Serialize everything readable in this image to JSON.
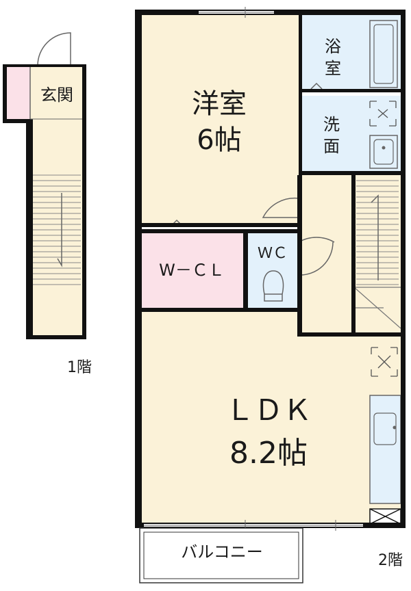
{
  "floor1": {
    "entrance": "玄関",
    "floor_label": "1階"
  },
  "floor2": {
    "western_room": {
      "line1": "洋室",
      "line2": "6帖"
    },
    "bath": {
      "line1": "浴",
      "line2": "室"
    },
    "washroom": {
      "line1": "洗",
      "line2": "面"
    },
    "closet": "W－ＣＬ",
    "toilet": "ＷＣ",
    "ldk": {
      "line1": "ＬＤＫ",
      "line2": "8.2帖"
    },
    "balcony": "バルコニー",
    "floor_label": "2階"
  },
  "colors": {
    "wall": "#111111",
    "beige": "#fbf2d8",
    "pink": "#fbe1e8",
    "blue": "#e3f1fb",
    "line": "#666666"
  }
}
